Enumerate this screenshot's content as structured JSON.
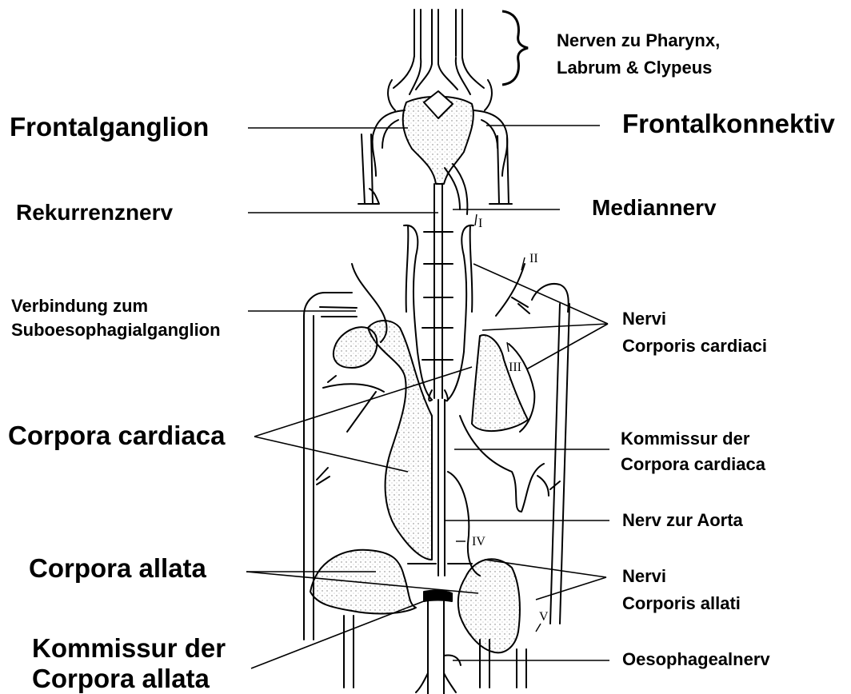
{
  "labels": {
    "nerven_top": [
      "Nerven zu Pharynx,",
      "Labrum & Clypeus"
    ],
    "frontalganglion": "Frontalganglion",
    "frontalkonnektiv": "Frontalkonnektiv",
    "rekurrenznerv": "Rekurrenznerv",
    "mediannerv": "Mediannerv",
    "verbindung": [
      "Verbindung zum",
      "Suboesophagialganglion"
    ],
    "nervi_cardiaci": [
      "Nervi",
      "Corporis cardiaci"
    ],
    "corpora_cardiaca": "Corpora cardiaca",
    "kommissur_cardiaca": [
      "Kommissur der",
      "Corpora cardiaca"
    ],
    "nerv_aorta": "Nerv zur Aorta",
    "corpora_allata": "Corpora allata",
    "nervi_allati": [
      "Nervi",
      "Corporis allati"
    ],
    "kommissur_allata": [
      "Kommissur der",
      "Corpora allata"
    ],
    "oesophagealnerv": "Oesophagealnerv"
  },
  "roman_markers": [
    "I",
    "II",
    "III",
    "IV",
    "V"
  ],
  "colors": {
    "ink": "#000000",
    "stipple": "#7a7a7a",
    "background": "#ffffff"
  }
}
